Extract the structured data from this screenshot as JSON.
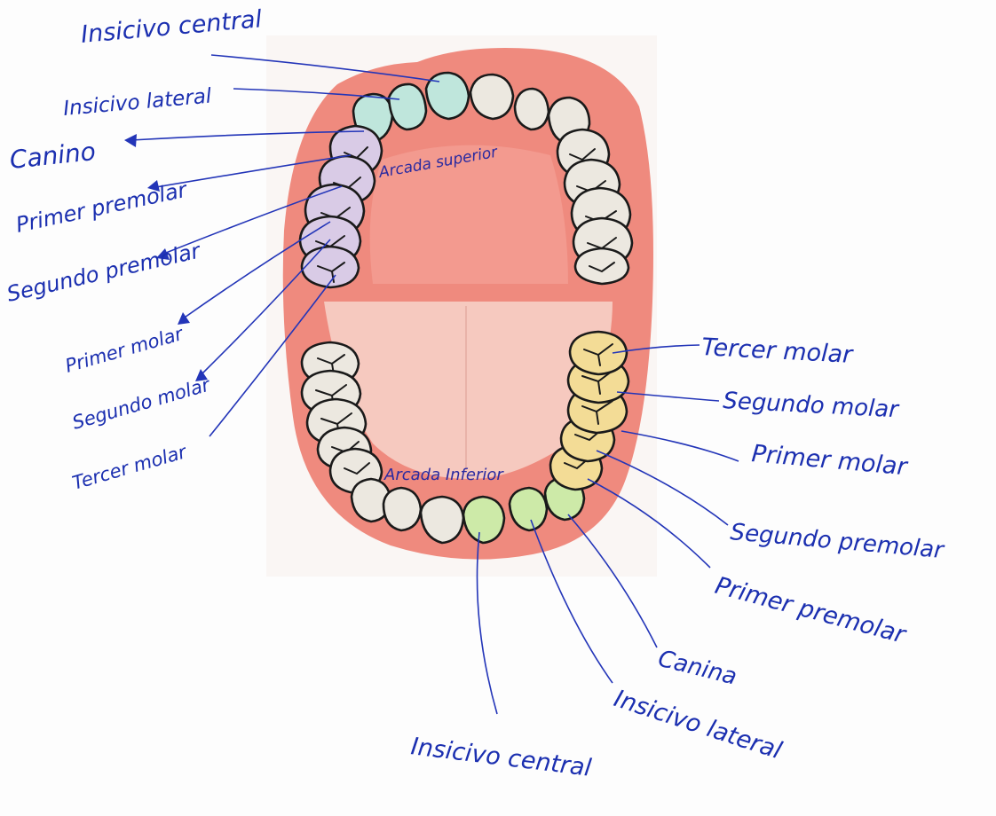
{
  "arch_labels": {
    "upper": "Arcada superior",
    "lower": "Arcada Inferior"
  },
  "upper_labels": {
    "central_incisor": "Insicivo central",
    "lateral_incisor": "Insicivo lateral",
    "canine": "Canino",
    "first_premolar": "Primer premolar",
    "second_premolar": "Segundo premolar",
    "first_molar": "Primer molar",
    "second_molar": "Segundo molar",
    "third_molar": "Tercer molar"
  },
  "lower_labels": {
    "third_molar": "Tercer molar",
    "second_molar": "Segundo molar",
    "first_molar": "Primer molar",
    "second_premolar": "Segundo premolar",
    "first_premolar": "Primer premolar",
    "canine": "Canina",
    "lateral_incisor": "Insicivo lateral",
    "central_incisor": "Insicivo central"
  },
  "colors": {
    "ink": "#1b2fb0",
    "gum": "#ef8a7e",
    "tongue": "#f6c9bf",
    "tooth_default": "#ece8e0",
    "upper_incisor_highlight": "#bfe6dc",
    "upper_premolar_highlight": "#d9cbe6",
    "lower_incisor_highlight": "#cdeaa8",
    "lower_molar_highlight": "#f3dc96"
  }
}
